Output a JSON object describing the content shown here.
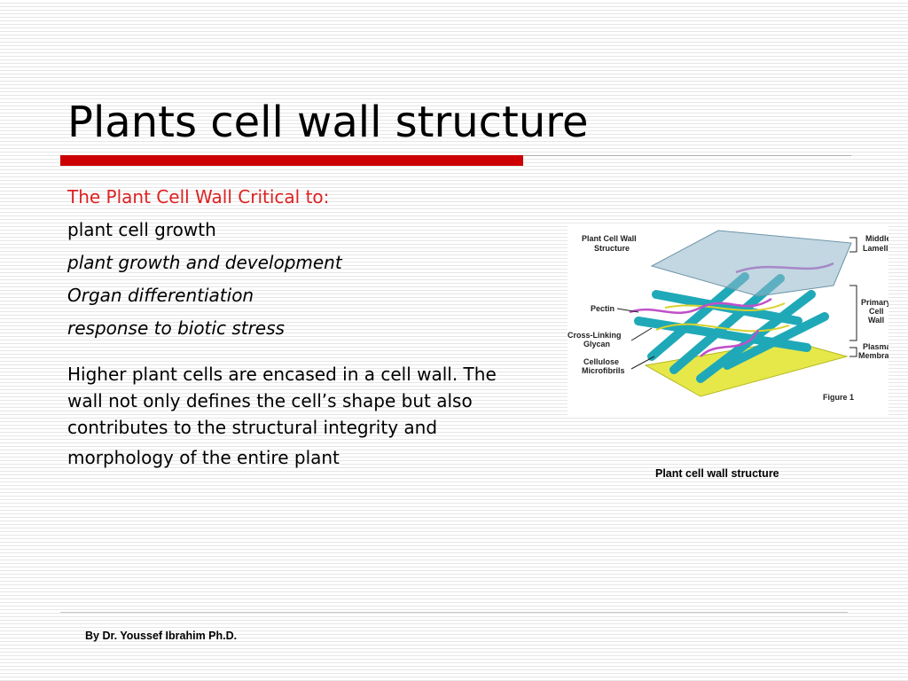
{
  "slide": {
    "title": "Plants cell wall structure",
    "subtitle_red": "The Plant Cell Wall Critical to:",
    "bullets": [
      "plant cell growth",
      "plant growth and development",
      "Organ differentiation",
      "response to biotic stress"
    ],
    "paragraph_lines": [
      "Higher plant cells are encased in a cell wall. The wall not only defines the cell’s shape but also contributes to the structural integrity and",
      "morphology of the entire plant"
    ]
  },
  "figure": {
    "title_line1": "Plant Cell Wall",
    "title_line2": "Structure",
    "labels_left": [
      "Pectin",
      "Cross-Linking",
      "Glycan",
      "Cellulose",
      "Microfibrils"
    ],
    "labels_right": [
      "Middle",
      "Lamella",
      "Primary",
      "Cell",
      "Wall",
      "Plasma",
      "Membrane"
    ],
    "figure_number": "Figure 1",
    "caption": "Plant cell wall structure"
  },
  "footer": {
    "author": "By Dr. Youssef Ibrahim Ph.D."
  },
  "colors": {
    "accent_red": "#cc0000",
    "subtitle_red": "#dd2222",
    "fiber_teal": "#1fa9b8",
    "membrane_yellow": "#e6e84a",
    "pectin_magenta": "#c050c8"
  }
}
